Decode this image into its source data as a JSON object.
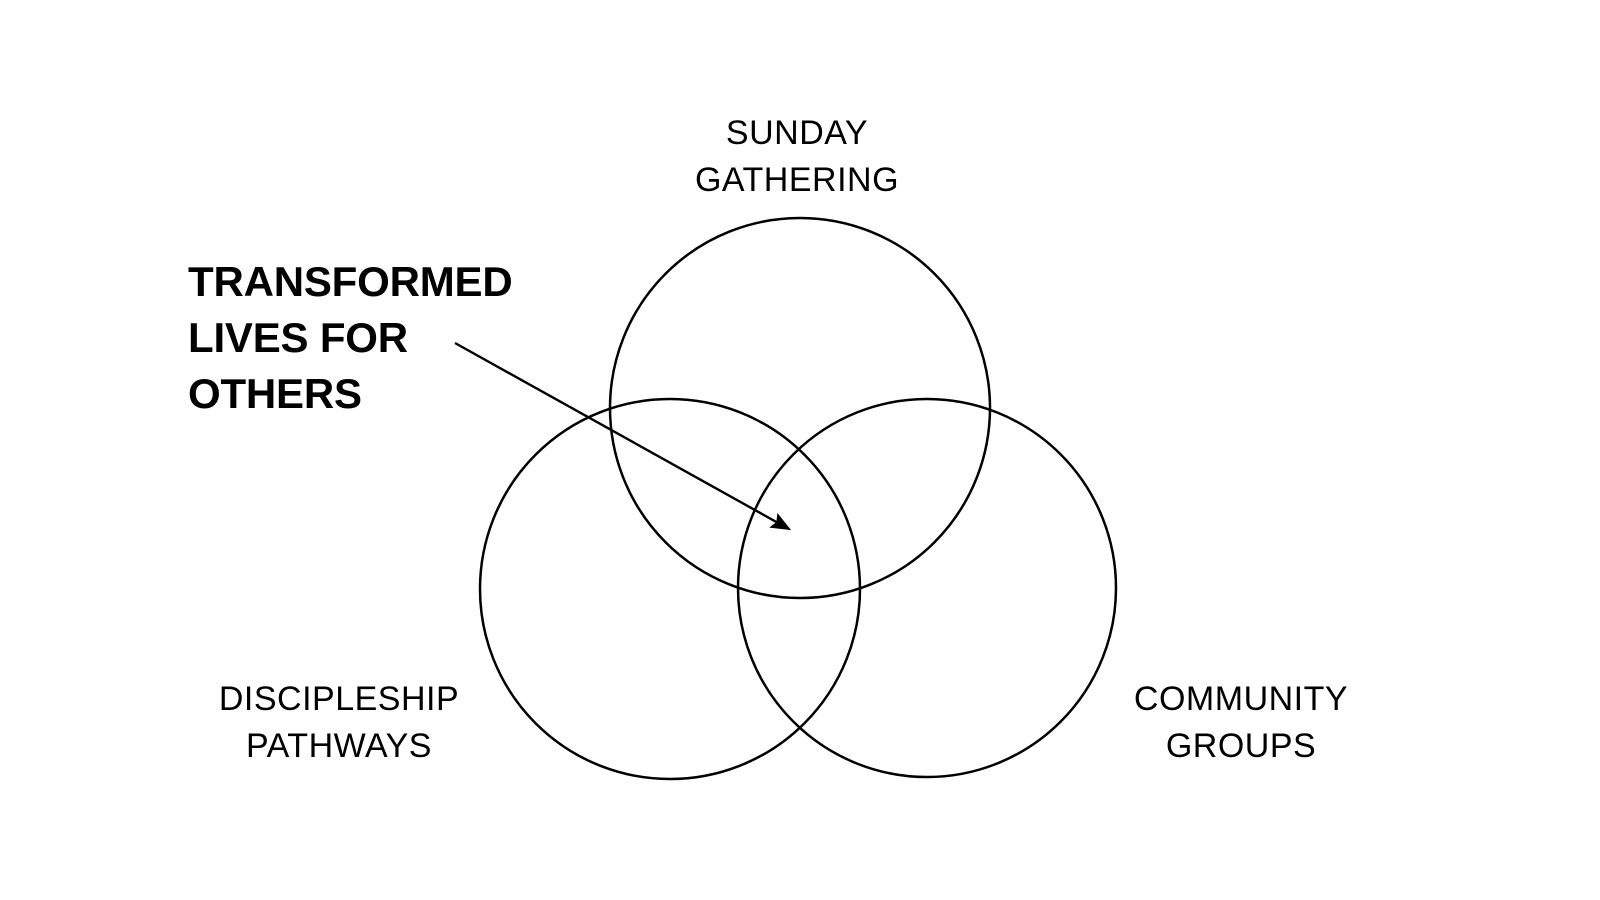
{
  "page": {
    "background_color": "#ffffff"
  },
  "diagram": {
    "type": "venn",
    "stroke_color": "#000000",
    "text_color": "#000000",
    "callout": {
      "lines": [
        "TRANSFORMED",
        "LIVES FOR",
        "OTHERS"
      ],
      "full_text": "TRANSFORMED LIVES FOR OTHERS"
    },
    "circles": [
      {
        "name": "sunday-gathering",
        "label_lines": [
          "SUNDAY",
          "GATHERING"
        ],
        "full_label": "SUNDAY GATHERING"
      },
      {
        "name": "discipleship-pathways",
        "label_lines": [
          "DISCIPLESHIP",
          "PATHWAYS"
        ],
        "full_label": "DISCIPLESHIP PATHWAYS"
      },
      {
        "name": "community-groups",
        "label_lines": [
          "COMMUNITY",
          "GROUPS"
        ],
        "full_label": "COMMUNITY GROUPS"
      }
    ]
  }
}
